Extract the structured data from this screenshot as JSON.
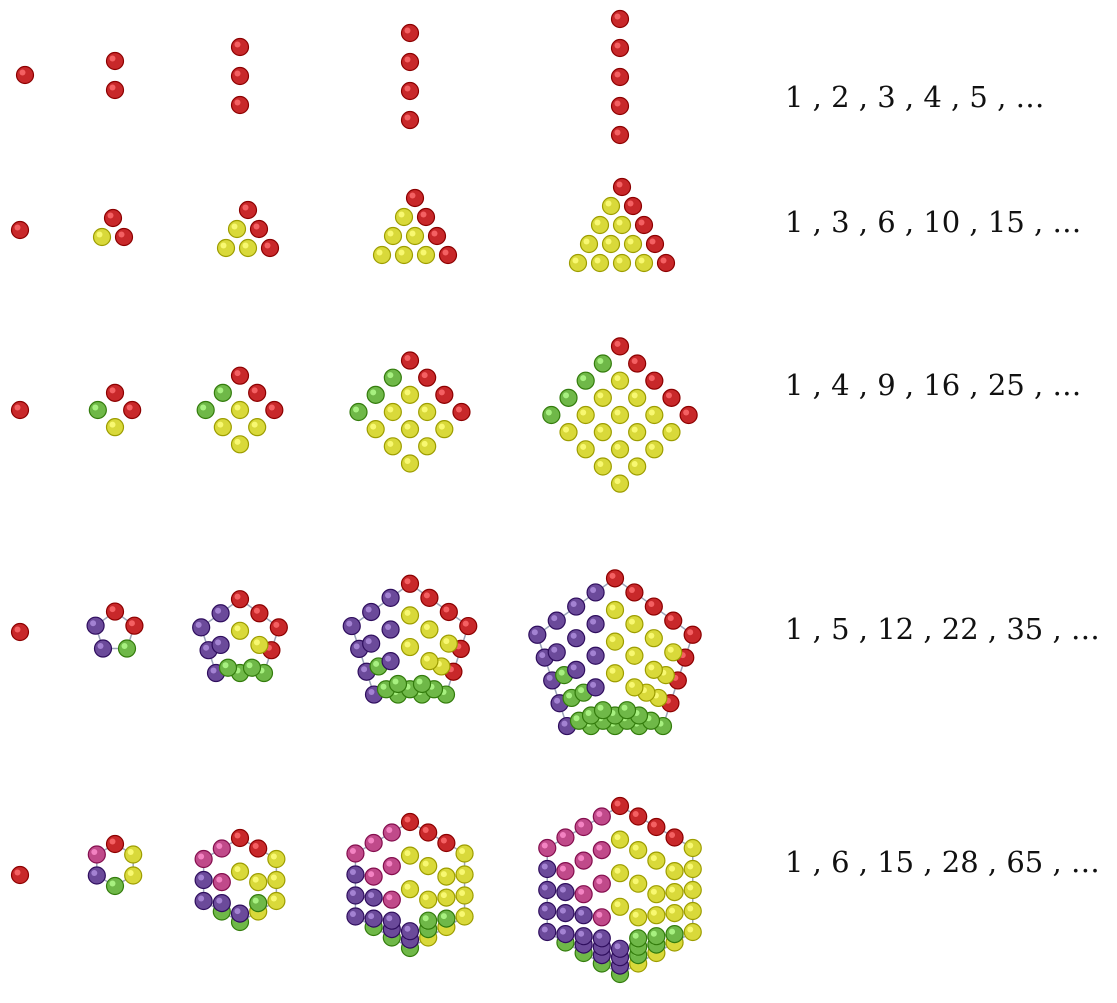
{
  "colors": {
    "red": "#c8282a",
    "yellow": "#d9d93a",
    "green": "#6fb848",
    "purple": "#6b4a9a",
    "pink": "#c04a8a",
    "link": "#9aa3b8"
  },
  "rows": [
    {
      "name": "linear-numbers",
      "sequence": "1 , 2 , 3 , 4 , 5 , …",
      "figures": 5
    },
    {
      "name": "triangular-numbers",
      "sequence": "1 , 3 , 6 , 10 , 15 , …",
      "figures": 5
    },
    {
      "name": "square-numbers",
      "sequence": "1 , 4 , 9 , 16 , 25 , …",
      "figures": 5
    },
    {
      "name": "pentagonal-numbers",
      "sequence": "1 , 5 , 12 , 22 , 35 , …",
      "figures": 5
    },
    {
      "name": "hexagonal-numbers",
      "sequence": "1 , 6 , 15 , 28 , 65 , …",
      "figures": 5
    }
  ]
}
